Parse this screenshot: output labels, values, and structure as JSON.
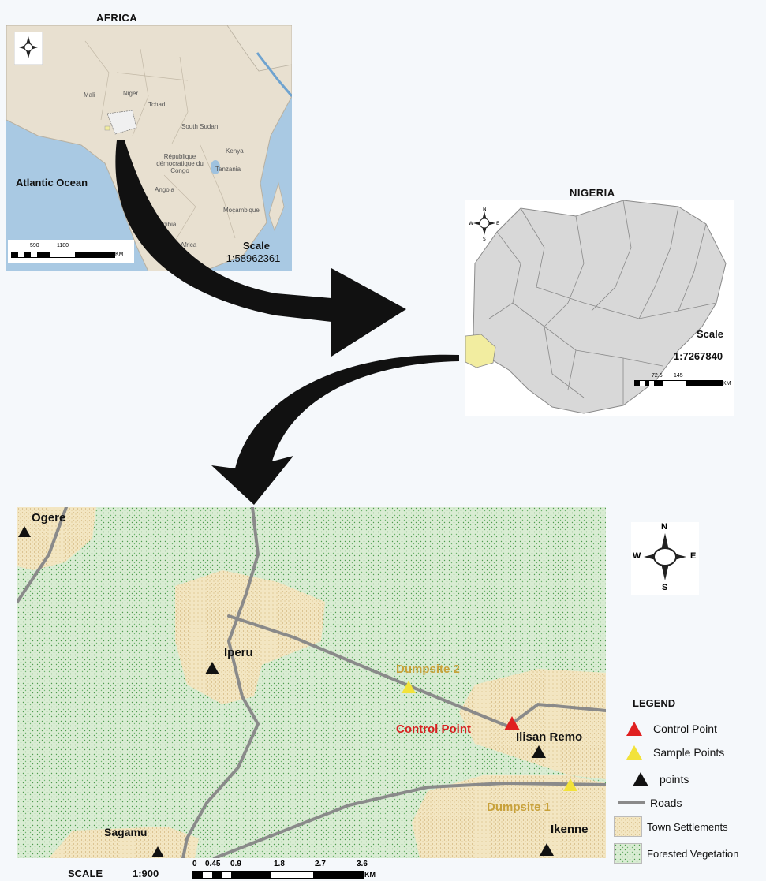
{
  "africa": {
    "title": "AFRICA",
    "ocean_label": "Atlantic Ocean",
    "country_labels": [
      "Mali",
      "Niger",
      "Tchad",
      "South Sudan",
      "République démocratique du Congo",
      "Kenya",
      "Tanzania",
      "Angola",
      "Moçambique",
      "Namibia",
      "South Africa"
    ],
    "scale_label": "Scale",
    "scale_ratio": "1:58962361",
    "scale_ticks": [
      "590",
      "1180",
      "KM"
    ]
  },
  "nigeria": {
    "title": "NIGERIA",
    "scale_label": "Scale",
    "scale_ratio": "1:7267840",
    "scale_ticks": [
      "72.5",
      "145",
      "KM"
    ]
  },
  "study_area": {
    "towns": [
      "Ogere",
      "Iperu",
      "Ilisan Remo",
      "Sagamu",
      "Ikenne"
    ],
    "dumpsites": [
      "Dumpsite 2",
      "Dumpsite 1"
    ],
    "control_label": "Control Point",
    "compass": {
      "n": "N",
      "s": "S",
      "e": "E",
      "w": "W"
    },
    "scale_title": "SCALE",
    "scale_ratio": "1:900",
    "scale_ticks": [
      "0",
      "0.45",
      "0.9",
      "1.8",
      "2.7",
      "3.6",
      "KM"
    ]
  },
  "legend": {
    "title": "LEGEND",
    "items": [
      {
        "label": "Control Point",
        "color": "#e02020",
        "symbol": "triangle"
      },
      {
        "label": "Sample Points",
        "color": "#f2e23a",
        "symbol": "triangle"
      },
      {
        "label": "points",
        "color": "#111111",
        "symbol": "triangle"
      },
      {
        "label": "Roads",
        "color": "#8a8a8a",
        "symbol": "line"
      },
      {
        "label": "Town Settlements",
        "color": "#f0e3bd",
        "symbol": "swatch"
      },
      {
        "label": "Forested Vegetation",
        "color": "#d6ead0",
        "symbol": "swatch"
      }
    ]
  },
  "colors": {
    "land_africa": "#e8e0d0",
    "ocean": "#a9c9e3",
    "nigeria_states": "#d8d8d8",
    "highlight_state": "#f2eda0",
    "forest": "#d6ead0",
    "town": "#f0e3bd",
    "road": "#8a8a8a"
  }
}
